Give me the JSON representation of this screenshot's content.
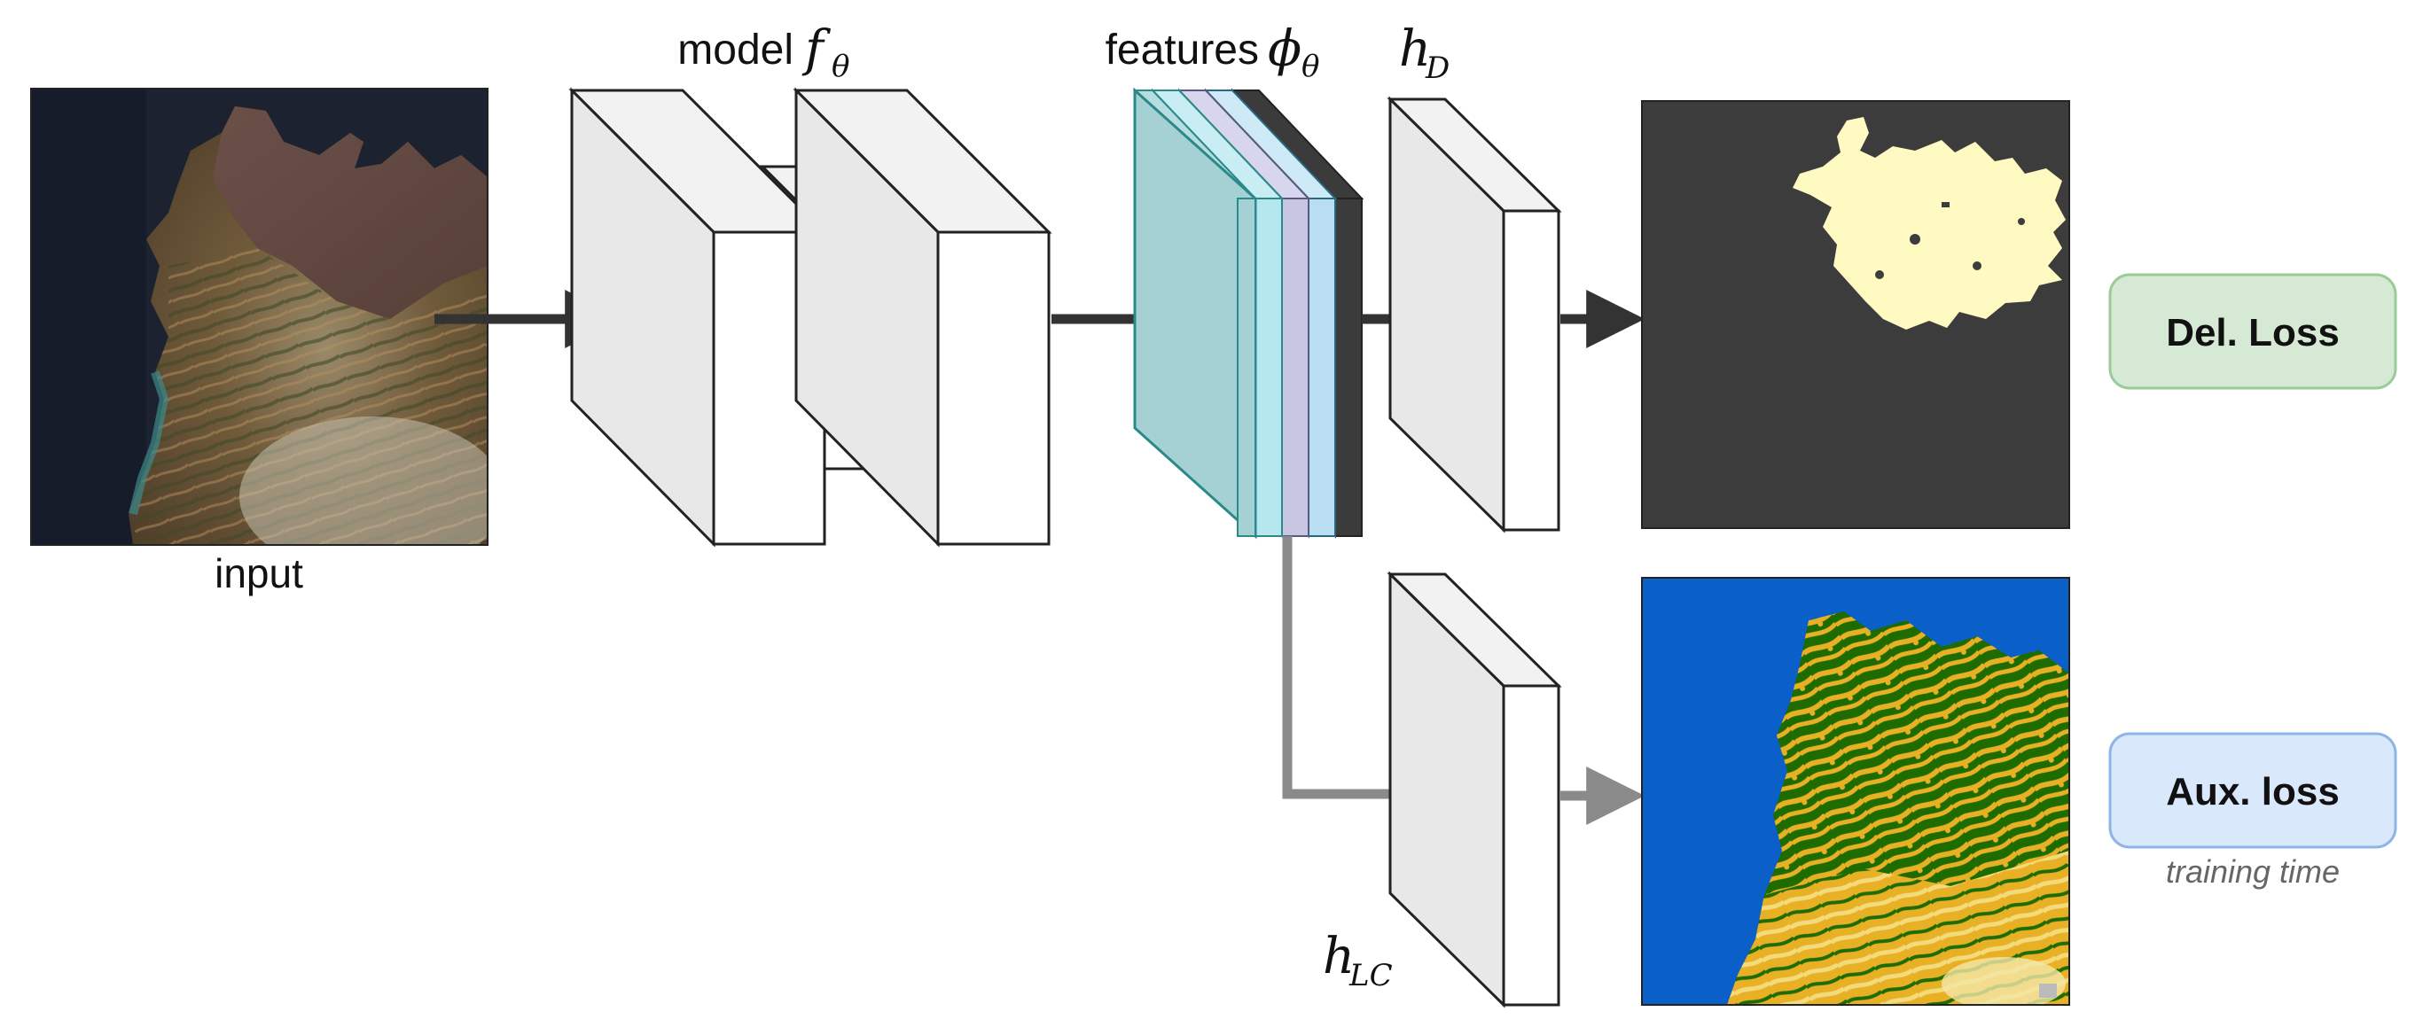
{
  "input": {
    "label": "input"
  },
  "model": {
    "label": "model",
    "symbol": "f",
    "subscript": "θ"
  },
  "features": {
    "label": "features",
    "symbol": "ϕ",
    "subscript": "θ"
  },
  "head_deforestation": {
    "symbol": "h",
    "subscript": "D"
  },
  "head_landcover": {
    "symbol": "h",
    "subscript": "LC"
  },
  "losses": {
    "deforestation": {
      "label": "Del. Loss"
    },
    "auxiliary": {
      "label": "Aux. loss",
      "note": "training time"
    }
  },
  "colors": {
    "arrow_main": "#333333",
    "arrow_aux": "#8a8a8a",
    "block_face": "#ffffff",
    "block_side": "#e8e8e8",
    "block_top": "#f2f2f2",
    "feature_teal": "#a5d0d4",
    "feature_cyan": "#b6e6ee",
    "feature_lavender": "#c9c6e2",
    "feature_light_blue": "#b9def2",
    "feature_dark": "#3b3b3b",
    "mask_background": "#3c3c3c",
    "mask_region": "#fff9c2",
    "landcover_water": "#0a5fc9",
    "landcover_forest": "#1e6b00",
    "landcover_crop": "#e8b024",
    "del_loss_fill": "#d5e9d4",
    "del_loss_border": "#9acb98",
    "aux_loss_fill": "#dae8fb",
    "aux_loss_border": "#8fb4e6"
  }
}
